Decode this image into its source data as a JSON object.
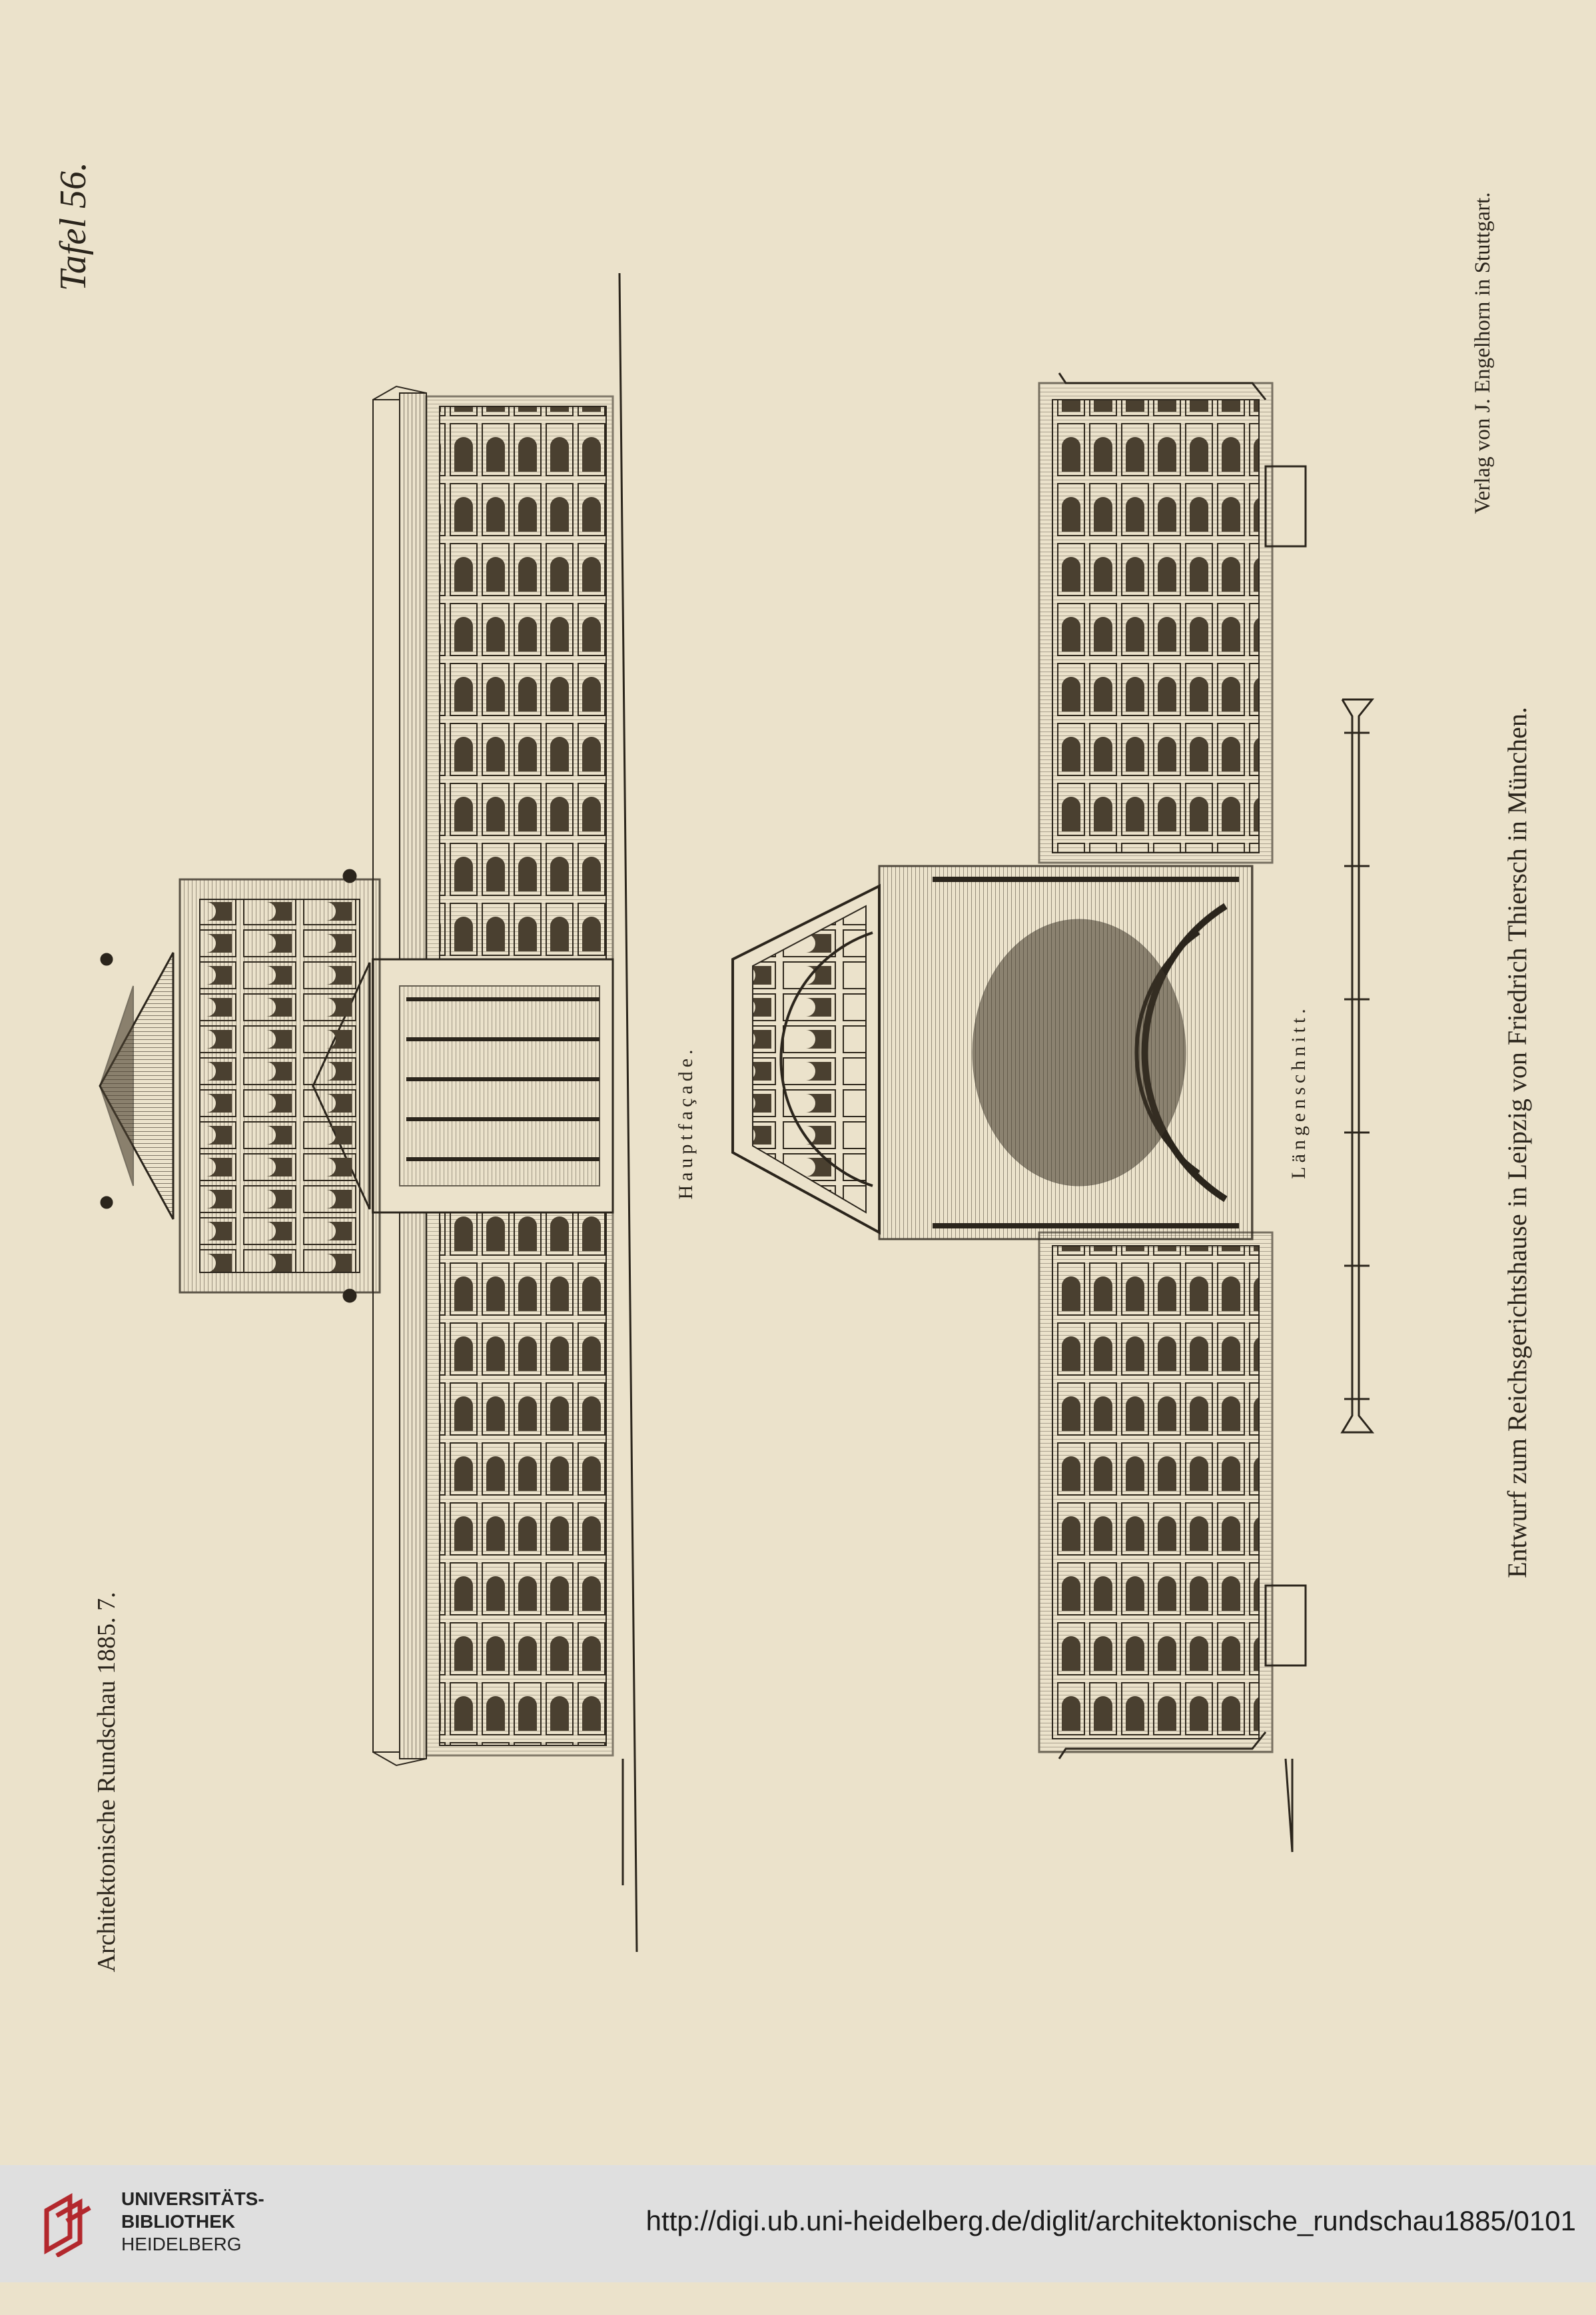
{
  "plate": {
    "tafel": "Tafel 56.",
    "publisher": "Verlag von J. Engelhorn in Stuttgart.",
    "caption": "Entwurf zum Reichsgerichtshause in Leipzig von Friedrich Thiersch in München.",
    "facade_label": "Hauptfaçade.",
    "section_label": "Längenschnitt.",
    "series": "Architektonische Rundschau 1885. 7.",
    "paper_color": "#ebe2cb",
    "ink_color": "#2b251c"
  },
  "footer": {
    "institution_line1": "UNIVERSITÄTS-",
    "institution_line2": "BIBLIOTHEK",
    "institution_line3": "HEIDELBERG",
    "url": "http://digi.ub.uni-heidelberg.de/diglit/architektonische_rundschau1885/0101",
    "logo_color": "#b3282d"
  }
}
